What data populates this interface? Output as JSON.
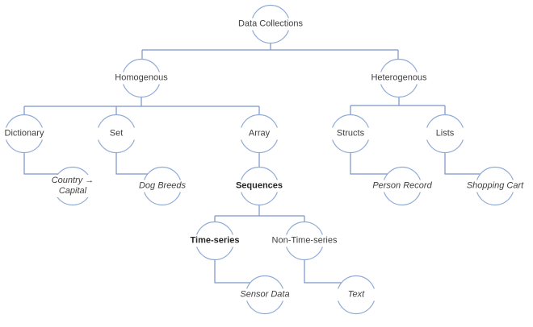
{
  "diagram": {
    "type": "tree",
    "colors": {
      "line": "#7a93c8",
      "circle": "#8fa9d6",
      "label_text": "#3f3f3f"
    },
    "nodes": {
      "data_collections": {
        "label": "Data Collections",
        "emphasis": "normal"
      },
      "homogenous": {
        "label": "Homogenous",
        "emphasis": "normal"
      },
      "heterogenous": {
        "label": "Heterogenous",
        "emphasis": "normal"
      },
      "dictionary": {
        "label": "Dictionary",
        "emphasis": "normal"
      },
      "set": {
        "label": "Set",
        "emphasis": "normal"
      },
      "array": {
        "label": "Array",
        "emphasis": "normal"
      },
      "structs": {
        "label": "Structs",
        "emphasis": "normal"
      },
      "lists": {
        "label": "Lists",
        "emphasis": "normal"
      },
      "country_capital": {
        "line1": "Country →",
        "line2": "Capital",
        "emphasis": "italic"
      },
      "dog_breeds": {
        "label": "Dog Breeds",
        "emphasis": "italic"
      },
      "sequences": {
        "label": "Sequences",
        "emphasis": "bold"
      },
      "person_record": {
        "label": "Person Record",
        "emphasis": "italic"
      },
      "shopping_cart": {
        "label": "Shopping Cart",
        "emphasis": "italic"
      },
      "time_series": {
        "label": "Time-series",
        "emphasis": "bold"
      },
      "non_time_series": {
        "label": "Non-Time-series",
        "emphasis": "normal"
      },
      "sensor_data": {
        "label": "Sensor Data",
        "emphasis": "italic"
      },
      "text": {
        "label": "Text",
        "emphasis": "italic"
      }
    },
    "edges": [
      [
        "Data Collections",
        "Homogenous"
      ],
      [
        "Data Collections",
        "Heterogenous"
      ],
      [
        "Homogenous",
        "Dictionary"
      ],
      [
        "Homogenous",
        "Set"
      ],
      [
        "Homogenous",
        "Array"
      ],
      [
        "Heterogenous",
        "Structs"
      ],
      [
        "Heterogenous",
        "Lists"
      ],
      [
        "Dictionary",
        "Country → Capital"
      ],
      [
        "Set",
        "Dog Breeds"
      ],
      [
        "Array",
        "Sequences"
      ],
      [
        "Structs",
        "Person Record"
      ],
      [
        "Lists",
        "Shopping Cart"
      ],
      [
        "Sequences",
        "Time-series"
      ],
      [
        "Sequences",
        "Non-Time-series"
      ],
      [
        "Time-series",
        "Sensor Data"
      ],
      [
        "Non-Time-series",
        "Text"
      ]
    ]
  }
}
